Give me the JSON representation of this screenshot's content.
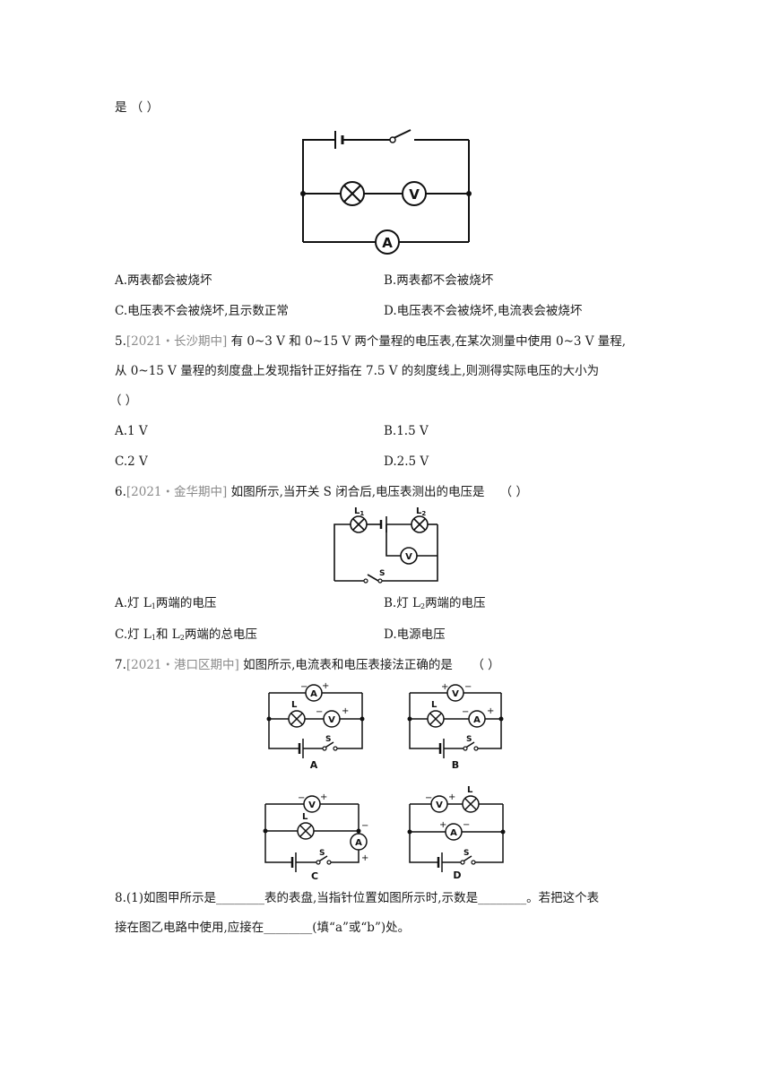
{
  "q4": {
    "stem_tail": "是 （      ）",
    "figure": {
      "voltmeter": "V",
      "ammeter": "A"
    },
    "options": {
      "A": "A.两表都会被烧坏",
      "B": "B.两表都不会被烧坏",
      "C": "C.电压表不会被烧坏,且示数正常",
      "D": "D.电压表不会被烧坏,电流表会被烧坏"
    }
  },
  "q5": {
    "number": "5.",
    "source": "[2021・长沙期中]",
    "text_line1": "有 0~3 V 和 0~15 V 两个量程的电压表,在某次测量中使用 0~3 V 量程,",
    "text_line2": "从 0~15 V 量程的刻度盘上发现指针正好指在 7.5 V 的刻度线上,则测得实际电压的大小为",
    "blank": "（      ）",
    "options": {
      "A": "A.1 V",
      "B": "B.1.5 V",
      "C": "C.2 V",
      "D": "D.2.5 V"
    }
  },
  "q6": {
    "number": "6.",
    "source": "[2021・金华期中]",
    "text": "如图所示,当开关 S 闭合后,电压表测出的电压是",
    "blank": "（      ）",
    "figure": {
      "l1_main": "L",
      "l1_sub": "1",
      "l2_main": "L",
      "l2_sub": "2",
      "voltmeter": "V",
      "switch": "S"
    },
    "options": {
      "A_pre": "A.灯 L",
      "A_sub": "1",
      "A_post": "两端的电压",
      "B_pre": "B.灯 L",
      "B_sub": "2",
      "B_post": "两端的电压",
      "C_pre": "C.灯 L",
      "C_sub1": "1",
      "C_mid": "和 L",
      "C_sub2": "2",
      "C_post": "两端的总电压",
      "D": "D.电源电压"
    }
  },
  "q7": {
    "number": "7.",
    "source": "[2021・港口区期中]",
    "text": "如图所示,电流表和电压表接法正确的是",
    "blank": "（      ）",
    "figures": {
      "A": {
        "caption": "A",
        "lamp": "L",
        "switch": "S",
        "top_meter": "A",
        "mid_meter": "V",
        "minus": "−",
        "plus": "+"
      },
      "B": {
        "caption": "B",
        "lamp": "L",
        "switch": "S",
        "top_meter": "V",
        "mid_meter": "A",
        "minus": "−",
        "plus": "+"
      },
      "C": {
        "caption": "C",
        "lamp": "L",
        "switch": "S",
        "top_meter": "V",
        "side_meter": "A",
        "minus": "−",
        "plus": "+"
      },
      "D": {
        "caption": "D",
        "lamp": "L",
        "switch": "S",
        "top_meter": "V",
        "mid_meter": "A",
        "minus": "−",
        "plus": "+"
      }
    }
  },
  "q8": {
    "line1": "8.(1)如图甲所示是________表的表盘,当指针位置如图所示时,示数是________。若把这个表",
    "line2": "接在图乙电路中使用,应接在________(填“a”或“b”)处。"
  }
}
